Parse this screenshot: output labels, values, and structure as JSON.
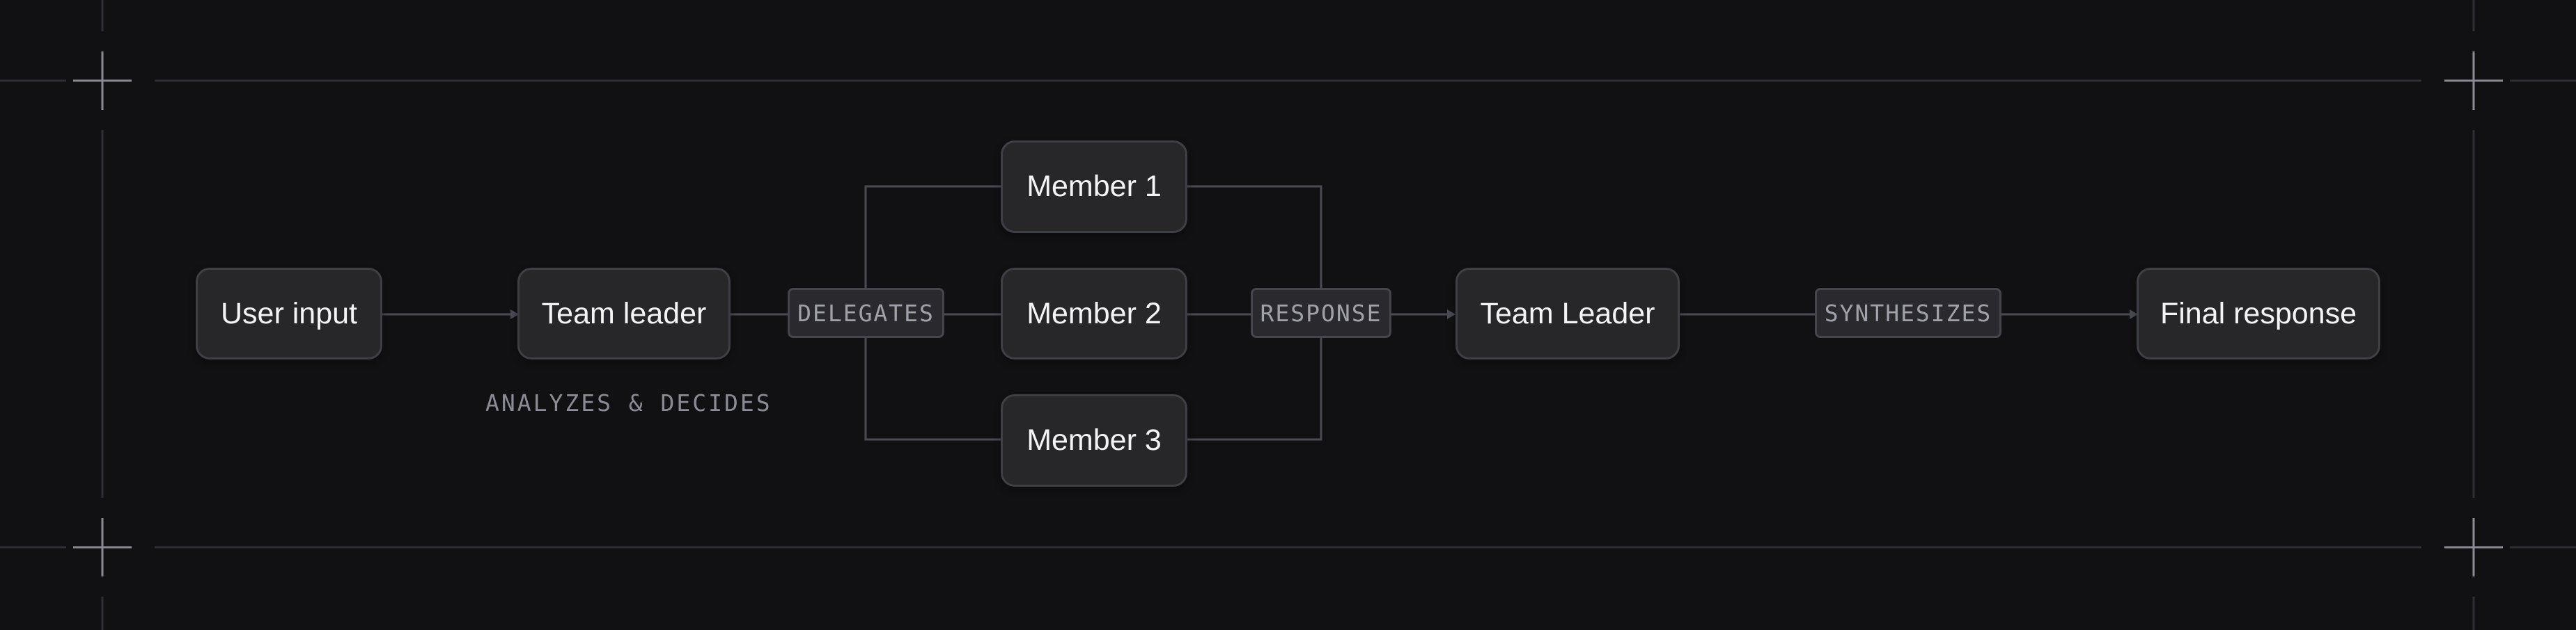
{
  "nodes": {
    "user_input": "User input",
    "team_leader": "Team leader",
    "member_1": "Member 1",
    "member_2": "Member 2",
    "member_3": "Member 3",
    "team_leader_2": "Team Leader",
    "final_response": "Final response"
  },
  "tags": {
    "delegates": "DELEGATES",
    "response": "RESPONSE",
    "synthesizes": "SYNTHESIZES"
  },
  "captions": {
    "team_leader_note": "ANALYZES & DECIDES"
  },
  "colors": {
    "background": "#111114",
    "node_fill": "#27272a",
    "node_border": "#3f3f46",
    "connector": "#4a4a52",
    "frame_line": "#2f2f35",
    "text": "#f4f4f5",
    "muted_text": "#a1a1aa"
  }
}
